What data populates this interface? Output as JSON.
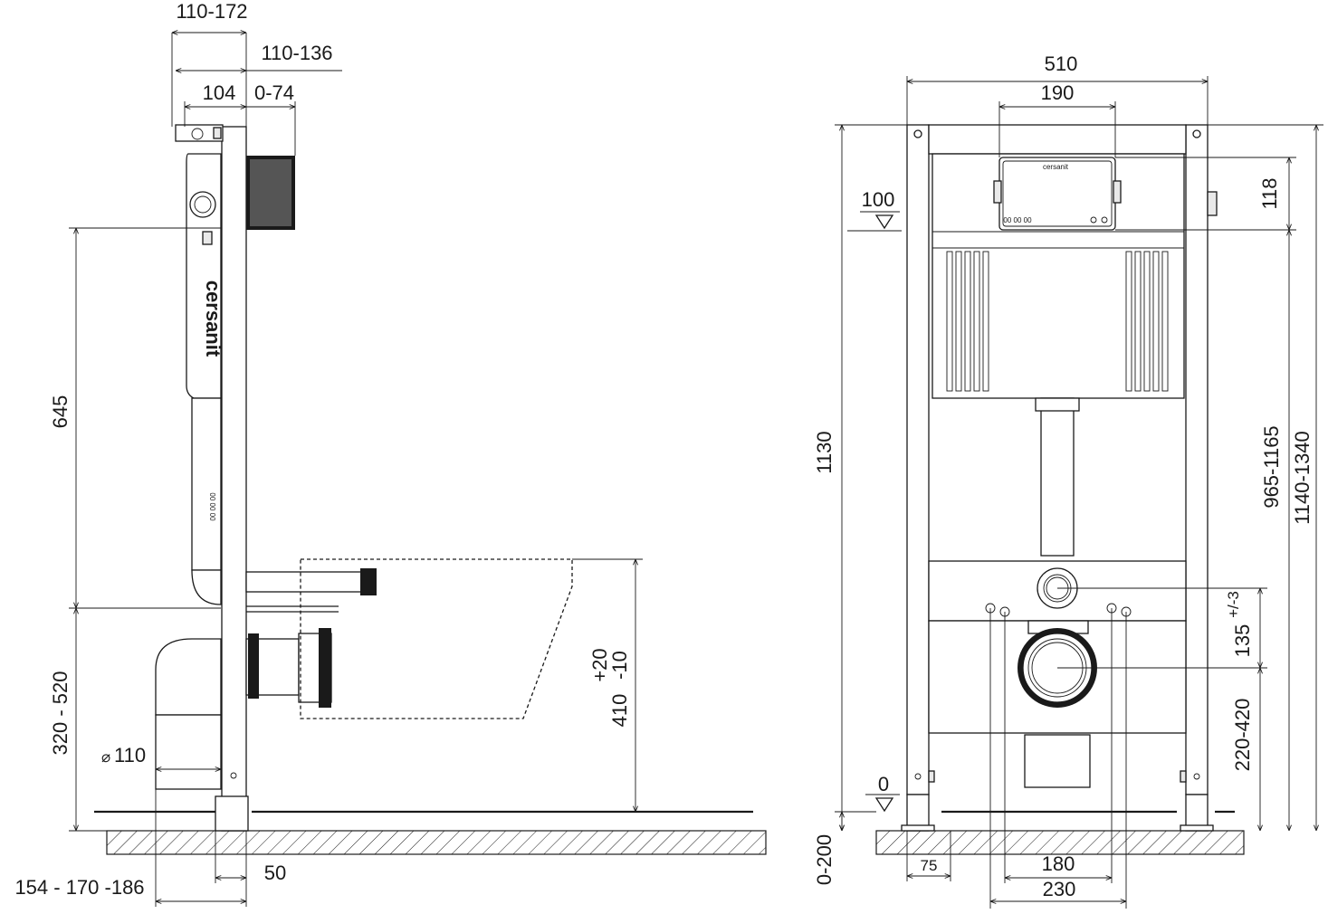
{
  "brand": {
    "side_label": "cersanit",
    "panel_label": "cersanit",
    "small_code": "00 00 00"
  },
  "side_view": {
    "dims": {
      "depth_total": "110-172",
      "depth_frame": "110-136",
      "depth_104": "104",
      "depth_adjust": "0-74",
      "height_645": "645",
      "height_320_520": "320 - 520",
      "pipe_dia_symbol": "⌀",
      "pipe_dia": "110",
      "height_410": "410",
      "tol_plus": "+20",
      "tol_minus": "-10",
      "foot_50": "50",
      "offset_154": "154 - 170 -186"
    }
  },
  "front_view": {
    "dims": {
      "width_510": "510",
      "width_190": "190",
      "height_118": "118",
      "level_100": "100",
      "height_1130": "1130",
      "height_965": "965-1165",
      "height_1140": "1140-1340",
      "height_135": "135",
      "tol_135": "+/-3",
      "height_220": "220-420",
      "level_0": "0",
      "floor_0_200": "0-200",
      "foot_75": "75",
      "width_180": "180",
      "width_230": "230"
    }
  }
}
